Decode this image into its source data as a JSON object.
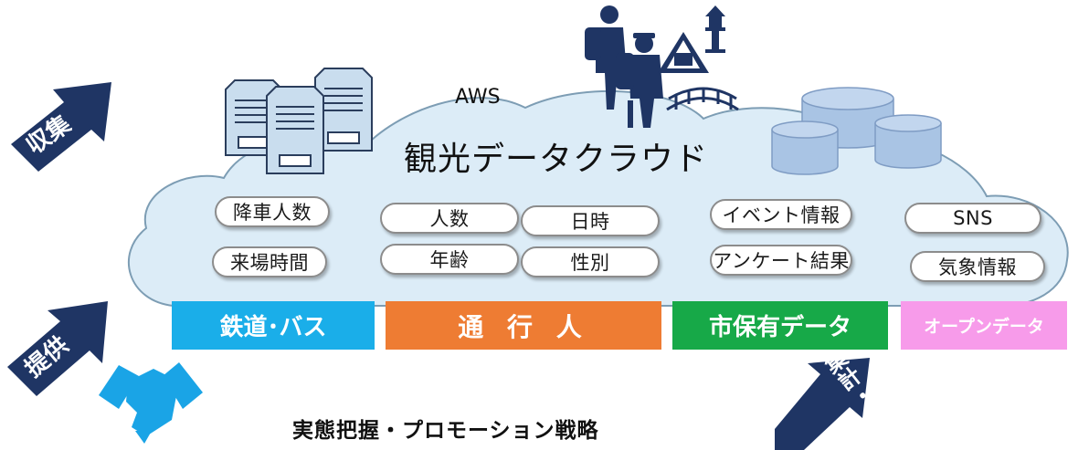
{
  "cloud": {
    "provider": "AWS",
    "title": "観光データクラウド"
  },
  "data_items": {
    "railway_bus": [
      "降車人数",
      "来場時間"
    ],
    "foot_traffic": [
      "人数",
      "日時",
      "年齢",
      "性別"
    ],
    "city_data": [
      "イベント情報",
      "アンケート結果"
    ],
    "open_data": [
      "SNS",
      "気象情報"
    ]
  },
  "sources": [
    {
      "label": "鉄道･バス",
      "color": "#1aaee9"
    },
    {
      "label": "通 行 人",
      "color": "#ee7c33"
    },
    {
      "label": "市保有データ",
      "color": "#17a948"
    },
    {
      "label": "オープンデータ",
      "color": "#f79bea"
    }
  ],
  "arrows": {
    "collect": "収集",
    "provide": "提供",
    "aggregate": "集計・"
  },
  "bottom_title": "実態把握・プロモーション戦略",
  "colors": {
    "cloud_fill": "#dcecf7",
    "cloud_stroke": "#7d9db4",
    "arrow": "#1f3564",
    "server": "#c9ddee",
    "database": "#a9c4e4",
    "tourism_icon": "#1f3564",
    "handshake": "#1aa4e6"
  },
  "icons": [
    "server-icon",
    "database-icon",
    "tourist-icon",
    "house-icon",
    "lantern-icon",
    "bridge-icon",
    "handshake-icon"
  ]
}
